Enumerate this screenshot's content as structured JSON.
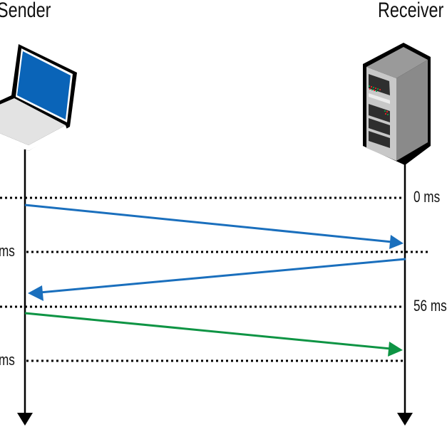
{
  "participants": {
    "sender": {
      "label": "Sender",
      "icon": "laptop-icon"
    },
    "receiver": {
      "label": "Receiver",
      "icon": "server-icon"
    }
  },
  "time_labels": {
    "left": [
      "ms",
      "ms"
    ],
    "right": [
      "0 ms",
      "56 ms"
    ]
  },
  "messages": [
    {
      "from": "sender",
      "to": "receiver",
      "color": "#1a6fbd"
    },
    {
      "from": "receiver",
      "to": "sender",
      "color": "#1a6fbd"
    },
    {
      "from": "sender",
      "to": "receiver",
      "color": "#0e9444"
    }
  ],
  "colors": {
    "blue": "#1a6fbd",
    "green": "#0e9444",
    "screen": "#0a64b8",
    "line": "#000000"
  }
}
